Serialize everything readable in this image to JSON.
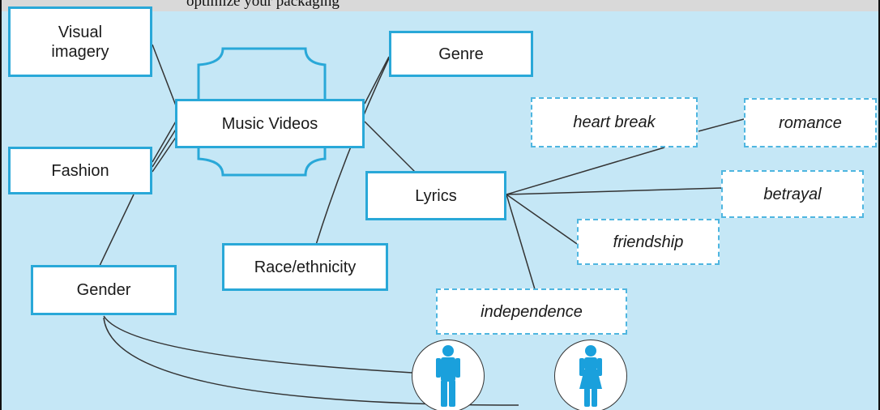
{
  "header_caption": "optimize your packaging",
  "nodes": {
    "visual_imagery": "Visual\nimagery",
    "fashion": "Fashion",
    "gender": "Gender",
    "music_videos": "Music Videos",
    "genre": "Genre",
    "race_ethnicity": "Race/ethnicity",
    "lyrics": "Lyrics",
    "heart_break": "heart break",
    "romance": "romance",
    "betrayal": "betrayal",
    "friendship": "friendship",
    "independence": "independence"
  },
  "icons": {
    "male": "male-person-icon",
    "female": "female-person-icon"
  },
  "colors": {
    "background": "#c5e7f6",
    "box_border": "#29a8d8",
    "dashed_border": "#4fb6e0",
    "person_icon": "#1aa0dc",
    "line": "#333333"
  }
}
